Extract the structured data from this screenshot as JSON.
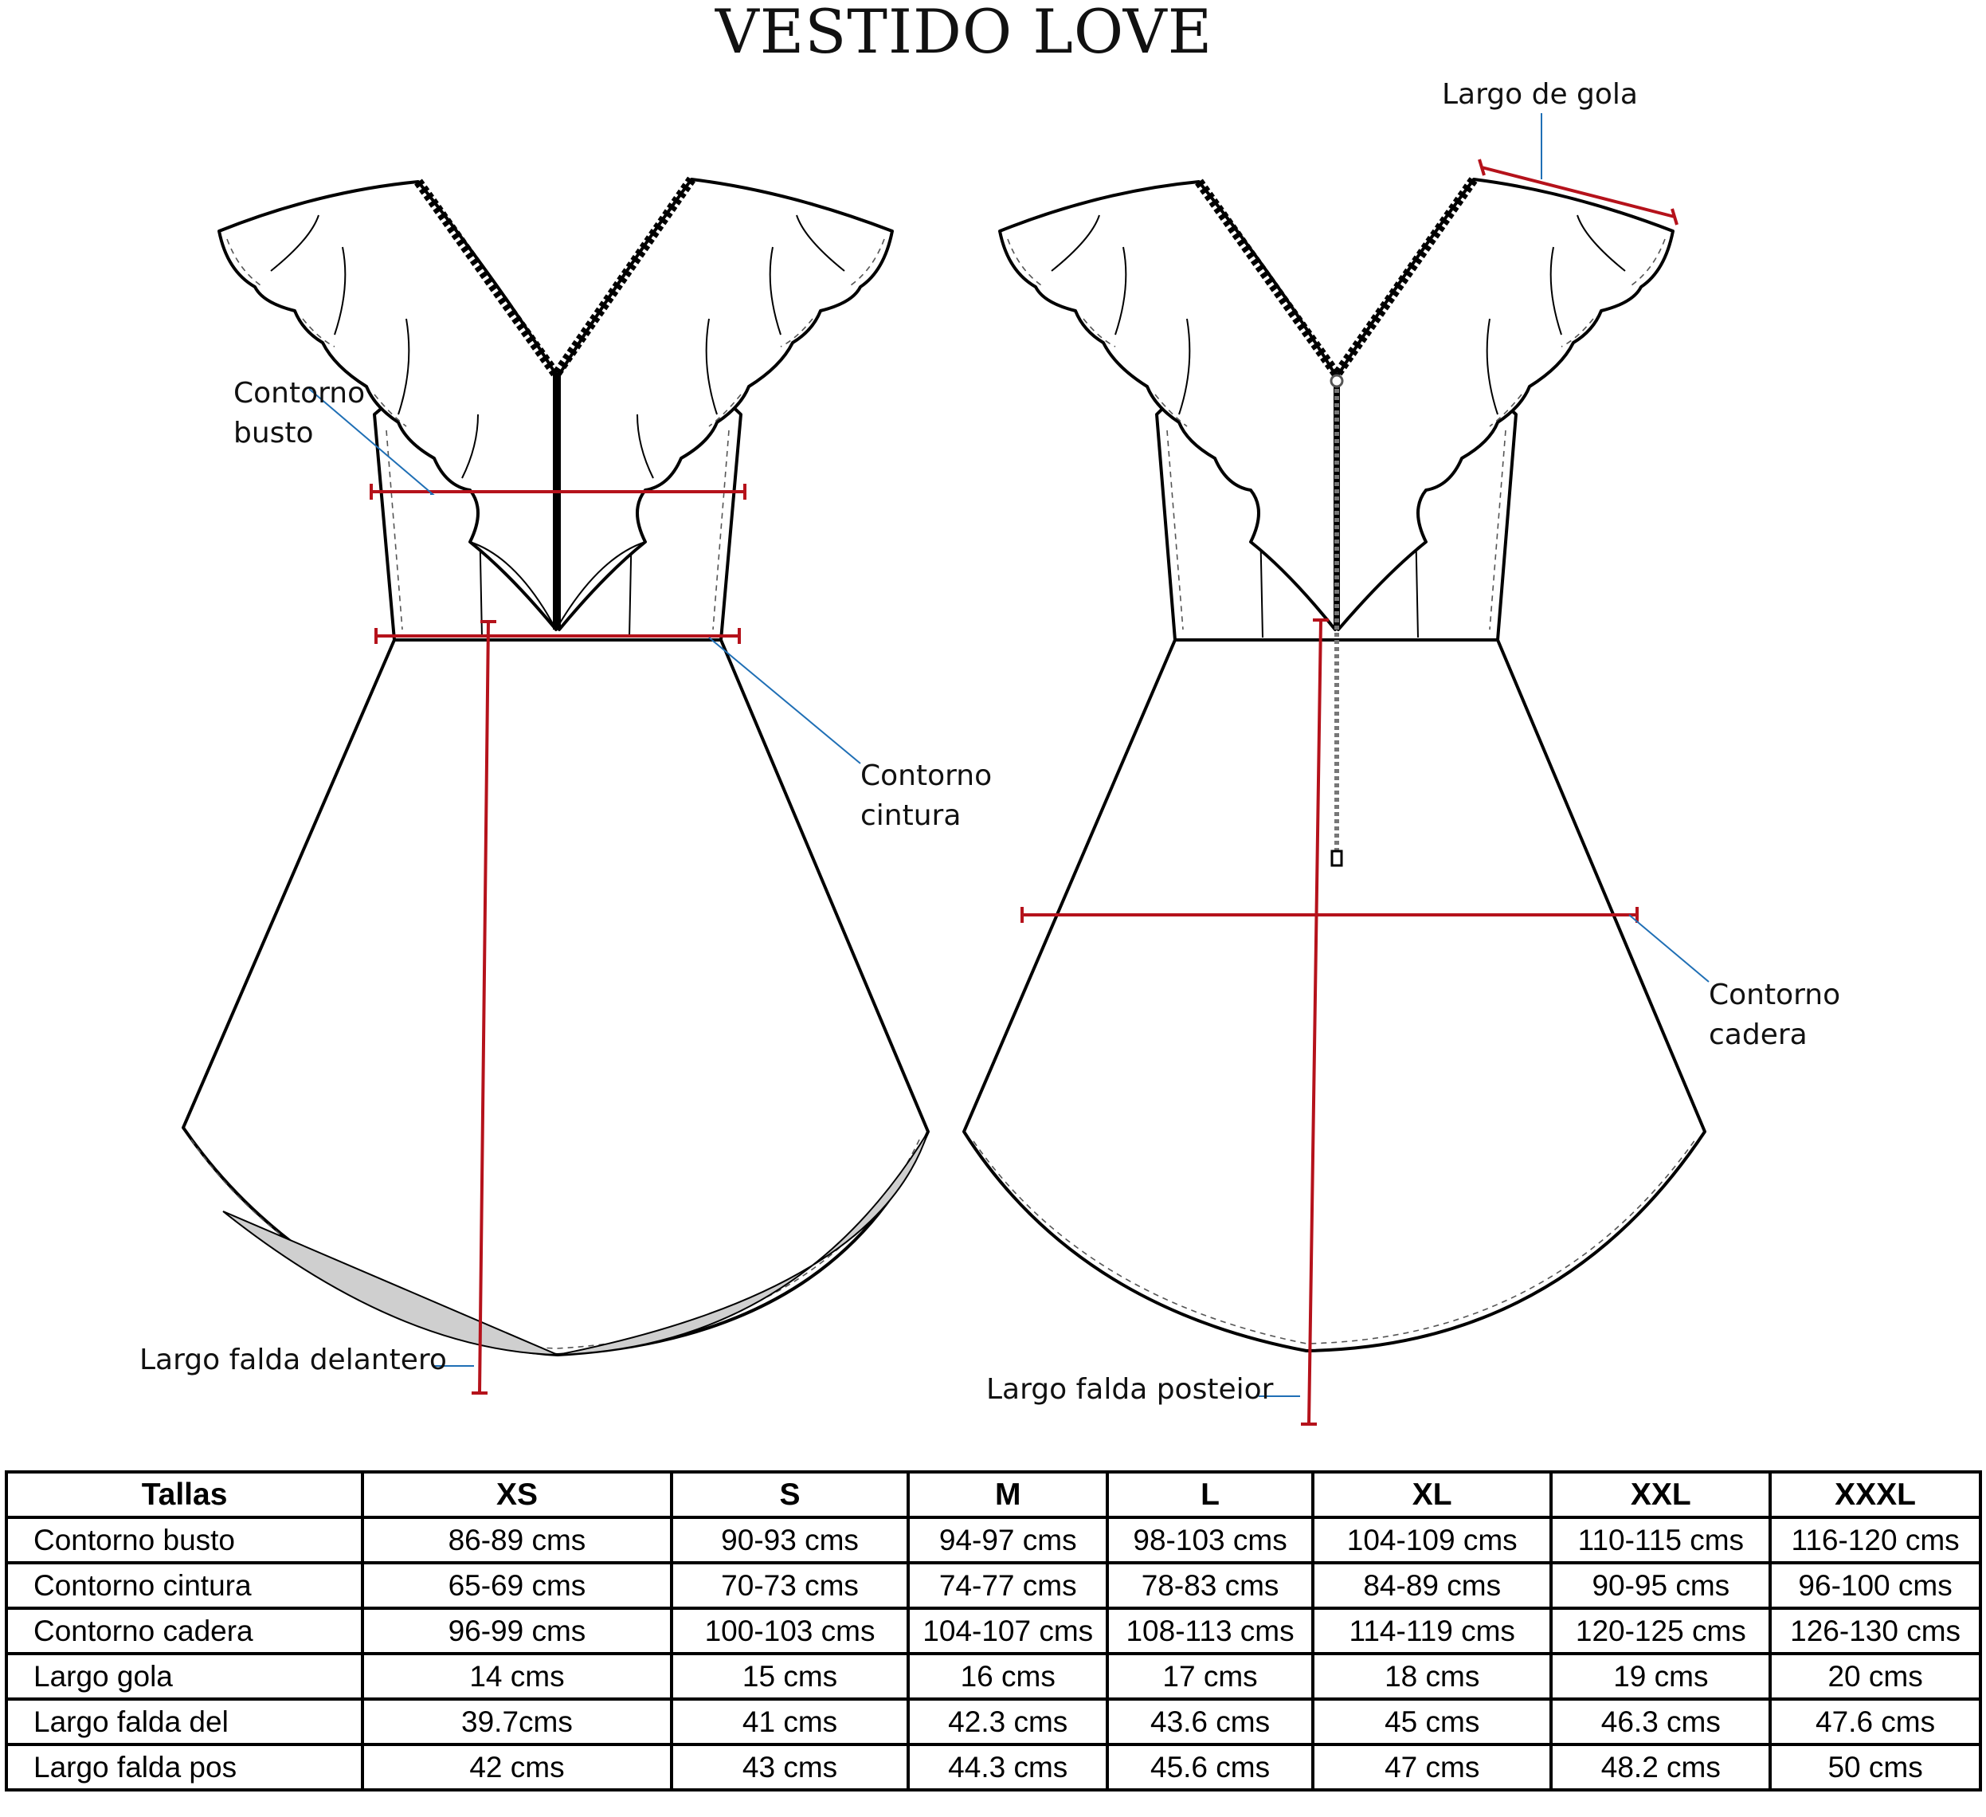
{
  "title": "VESTIDO LOVE",
  "labels": {
    "contorno_busto_1": "Contorno",
    "contorno_busto_2": "busto",
    "contorno_cintura_1": "Contorno",
    "contorno_cintura_2": "cintura",
    "contorno_cadera_1": "Contorno",
    "contorno_cadera_2": "cadera",
    "largo_gola": "Largo de gola",
    "largo_falda_delantero": "Largo falda delantero",
    "largo_falda_posterior": "Largo falda posteior"
  },
  "colors": {
    "measure_line": "#b5121b",
    "leader_line": "#1f6fb5",
    "outline": "#000000"
  },
  "table": {
    "header": [
      "Tallas",
      "XS",
      "S",
      "M",
      "L",
      "XL",
      "XXL",
      "XXXL"
    ],
    "rows": [
      [
        "Contorno busto",
        "86-89 cms",
        "90-93 cms",
        "94-97 cms",
        "98-103 cms",
        "104-109 cms",
        "110-115 cms",
        "116-120 cms"
      ],
      [
        "Contorno cintura",
        "65-69 cms",
        "70-73 cms",
        "74-77 cms",
        "78-83 cms",
        "84-89 cms",
        "90-95 cms",
        "96-100 cms"
      ],
      [
        "Contorno cadera",
        "96-99 cms",
        "100-103 cms",
        "104-107 cms",
        "108-113 cms",
        "114-119 cms",
        "120-125 cms",
        "126-130 cms"
      ],
      [
        "Largo gola",
        "14 cms",
        "15 cms",
        "16 cms",
        "17 cms",
        "18 cms",
        "19 cms",
        "20 cms"
      ],
      [
        "Largo falda del",
        "39.7cms",
        "41 cms",
        "42.3 cms",
        "43.6 cms",
        "45 cms",
        "46.3 cms",
        "47.6 cms"
      ],
      [
        "Largo falda pos",
        "42 cms",
        "43 cms",
        "44.3 cms",
        "45.6 cms",
        "47 cms",
        "48.2 cms",
        "50 cms"
      ]
    ]
  }
}
